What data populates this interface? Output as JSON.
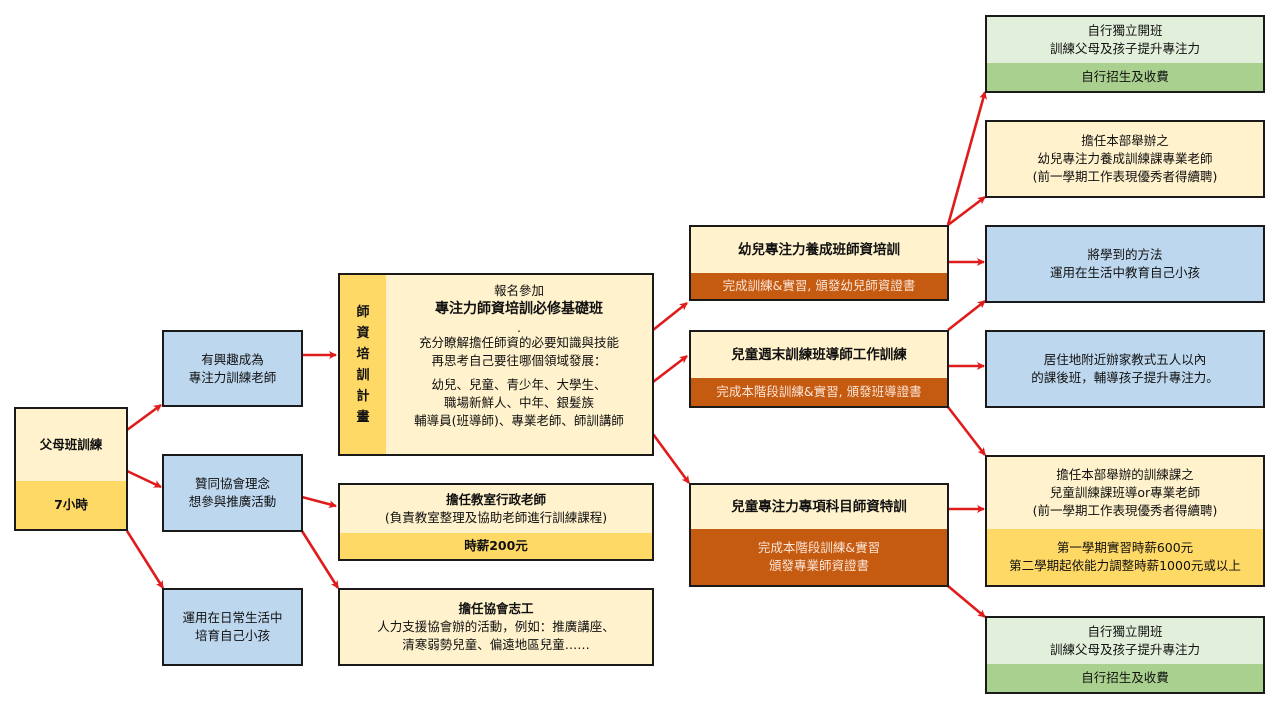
{
  "colors": {
    "arrow": "#e01b1b",
    "blue": "#bdd7ee",
    "cream": "#fff2cc",
    "gold": "#ffd966",
    "rust": "#c55a11",
    "light_green": "#e2efda",
    "green": "#a9d08e"
  },
  "root": {
    "title": "父母班訓練",
    "hours": "7小時"
  },
  "level1": [
    {
      "lines": [
        "有興趣成為",
        "專注力訓練老師"
      ]
    },
    {
      "lines": [
        "贊同協會理念",
        "想參與推廣活動"
      ]
    },
    {
      "lines": [
        "運用在日常生活中",
        "培育自己小孩"
      ]
    }
  ],
  "teacher_plan": {
    "stripe": [
      "師",
      "資",
      "培",
      "訓",
      "計",
      "畫"
    ],
    "intro": "報名參加",
    "title": "專注力師資培訓必修基礎班",
    "dot": ".",
    "desc": [
      "充分瞭解擔任師資的必要知識與技能",
      "再思考自己要往哪個領域發展："
    ],
    "fields": [
      "幼兒、兒童、青少年、大學生、",
      "職場新鮮人、中年、銀髮族",
      "輔導員(班導師)、專業老師、師訓講師"
    ]
  },
  "admin_teacher": {
    "title": "擔任教室行政老師",
    "desc": "(負責教室整理及協助老師進行訓練課程)",
    "pay": "時薪200元"
  },
  "volunteer": {
    "title": "擔任協會志工",
    "lines": [
      "人力支援協會辦的活動，例如：推廣講座、",
      "清寒弱勢兒童、偏遠地區兒童……"
    ]
  },
  "trainings": [
    {
      "title": "幼兒專注力養成班師資培訓",
      "cert": [
        "完成訓練&實習, 頒發幼兒師資證書"
      ]
    },
    {
      "title": "兒童週末訓練班導師工作訓練",
      "cert": [
        "完成本階段訓練&實習, 頒發班導證書"
      ]
    },
    {
      "title": "兒童專注力專項科目師資特訓",
      "cert": [
        "完成本階段訓練&實習",
        "頒發專業師資證書"
      ]
    }
  ],
  "outcomes": {
    "independent_top": {
      "lines": [
        "自行獨立開班",
        "訓練父母及孩子提升專注力"
      ],
      "footer": "自行招生及收費"
    },
    "toddler_teacher": {
      "lines": [
        "擔任本部舉辦之",
        "幼兒專注力養成訓練課專業老師"
      ],
      "note": "(前一學期工作表現優秀者得續聘)"
    },
    "apply_home": {
      "lines": [
        "將學到的方法",
        "運用在生活中教育自己小孩"
      ]
    },
    "tutoring": {
      "lines": [
        "居住地附近辦家教式五人以內",
        "的課後班，輔導孩子提升專注力。"
      ]
    },
    "child_teacher": {
      "lines": [
        "擔任本部舉辦的訓練課之",
        "兒童訓練課班導or專業老師"
      ],
      "note": "(前一學期工作表現優秀者得續聘)",
      "pay": [
        "第一學期實習時薪600元",
        "第二學期起依能力調整時薪1000元或以上"
      ]
    },
    "independent_bottom": {
      "lines": [
        "自行獨立開班",
        "訓練父母及孩子提升專注力"
      ],
      "footer": "自行招生及收費"
    }
  }
}
